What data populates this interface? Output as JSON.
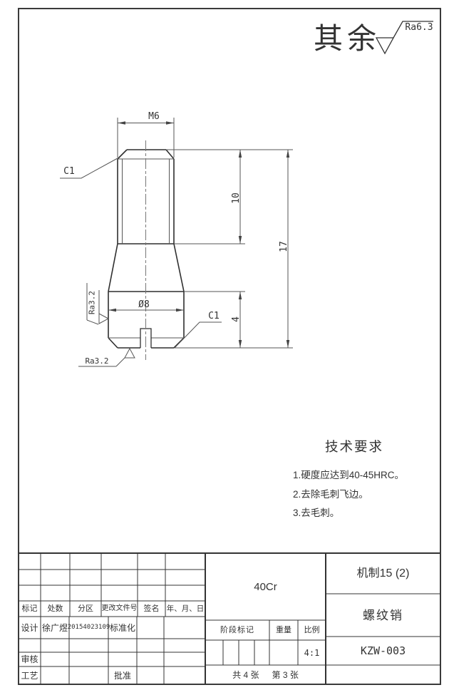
{
  "surface_note": {
    "prefix": "其余",
    "roughness": "Ra6.3"
  },
  "part_view": {
    "thread_dim": "M6",
    "thread_length": "10",
    "total_length": "17",
    "head_length": "4",
    "head_diameter": "Ø8",
    "top_chamfer": "C1",
    "bottom_chamfer": "C1",
    "side_roughness": "Ra3.2",
    "bottom_roughness": "Ra3.2"
  },
  "technical_requirements": {
    "title": "技术要求",
    "items": [
      "1.硬度应达到40-45HRC。",
      "2.去除毛刺飞边。",
      "3.去毛刺。"
    ]
  },
  "title_block": {
    "revision_headers": [
      "标记",
      "处数",
      "分区",
      "更改文件号",
      "签名",
      "年、月、日"
    ],
    "design_label": "设计",
    "designer": "徐广煜",
    "designer_id": "20154023109",
    "standardization_label": "标准化",
    "review_label": "审核",
    "process_label": "工艺",
    "approval_label": "批准",
    "material": "40Cr",
    "stage_mark_label": "阶段标记",
    "weight_label": "重量",
    "scale_label": "比例",
    "scale_value": "4:1",
    "sheets_total": "共 4 张",
    "sheet_number": "第 3 张",
    "class_name": "机制15 (2)",
    "part_name": "螺纹销",
    "drawing_number": "KZW-003"
  }
}
